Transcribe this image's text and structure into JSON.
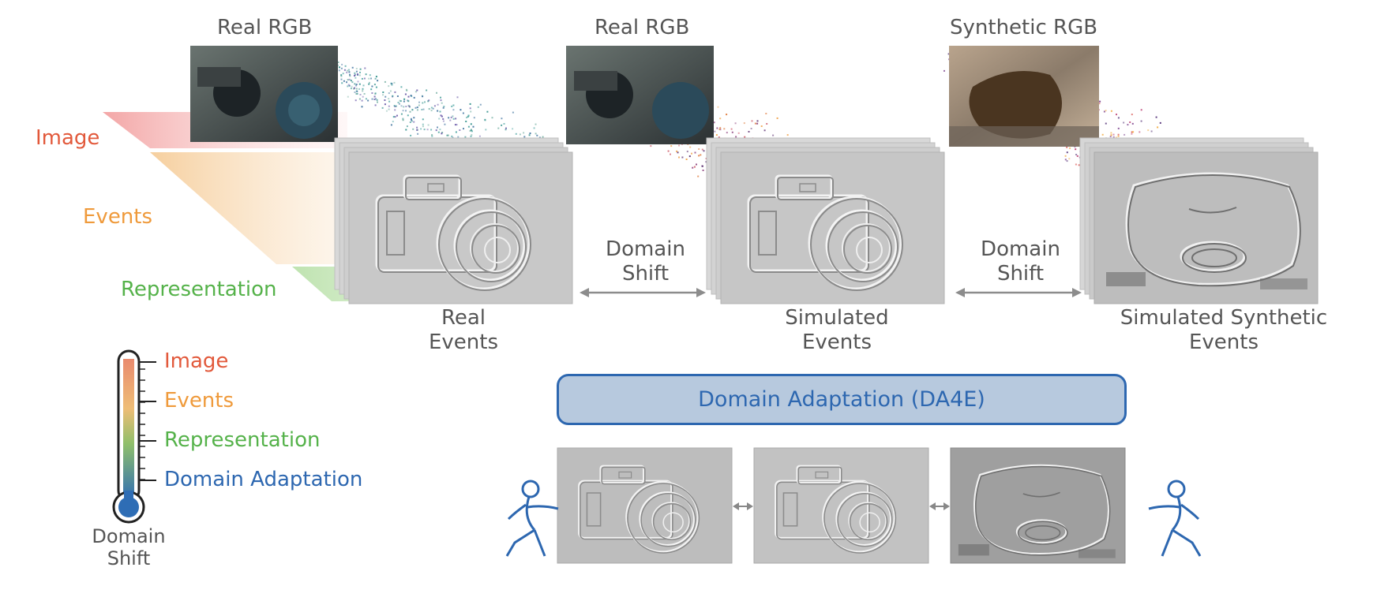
{
  "headers": {
    "real_rgb_1": "Real RGB",
    "real_rgb_2": "Real RGB",
    "synthetic_rgb": "Synthetic RGB"
  },
  "layers": {
    "image": "Image",
    "events": "Events",
    "representation": "Representation"
  },
  "captions": {
    "real_events_1": "Real",
    "real_events_2": "Events",
    "sim_events_1": "Simulated",
    "sim_events_2": "Events",
    "sim_syn_events_1": "Simulated Synthetic",
    "sim_syn_events_2": "Events"
  },
  "shift_labels": {
    "a_1": "Domain",
    "a_2": "Shift",
    "b_1": "Domain",
    "b_2": "Shift"
  },
  "thermometer": {
    "levels": [
      "Image",
      "Events",
      "Representation",
      "Domain Adaptation"
    ],
    "caption_1": "Domain",
    "caption_2": "Shift"
  },
  "da_box": "Domain Adaptation (DA4E)",
  "colors": {
    "image": "#e2593b",
    "events": "#ef9a3b",
    "representation": "#55b24a",
    "domain_adaptation": "#2d67b0",
    "text": "#555555"
  }
}
